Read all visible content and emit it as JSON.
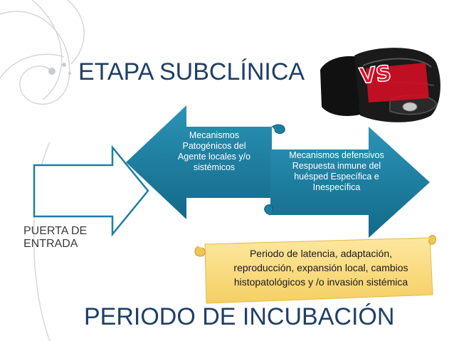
{
  "title": "ETAPA SUBCLÍNICA",
  "subtitle": "PERIODO DE INCUBACIÓN",
  "entry_label": "PUERTA DE\nENTRADA",
  "left_arrow_text": "Mecanismos\nPatogénicos del\nAgente locales y/o\nsistémicos",
  "right_arrow_text": "Mecanismos defensivos\nRespuesta inmune del\nhuésped Específica e\nInespecífica",
  "note_text": "Periodo de latencia, adaptación,\nreproducción, expansión local, cambios\nhistopatológicos y /o invasión sistémica",
  "vs_label": "VS",
  "colors": {
    "title": "#1f3f66",
    "arrow_fill": "#1c7fa0",
    "note_fill": "#fbdd85",
    "vs_red": "#e0102a"
  },
  "icons": [
    "fist-icon",
    "vs-badge-icon"
  ]
}
